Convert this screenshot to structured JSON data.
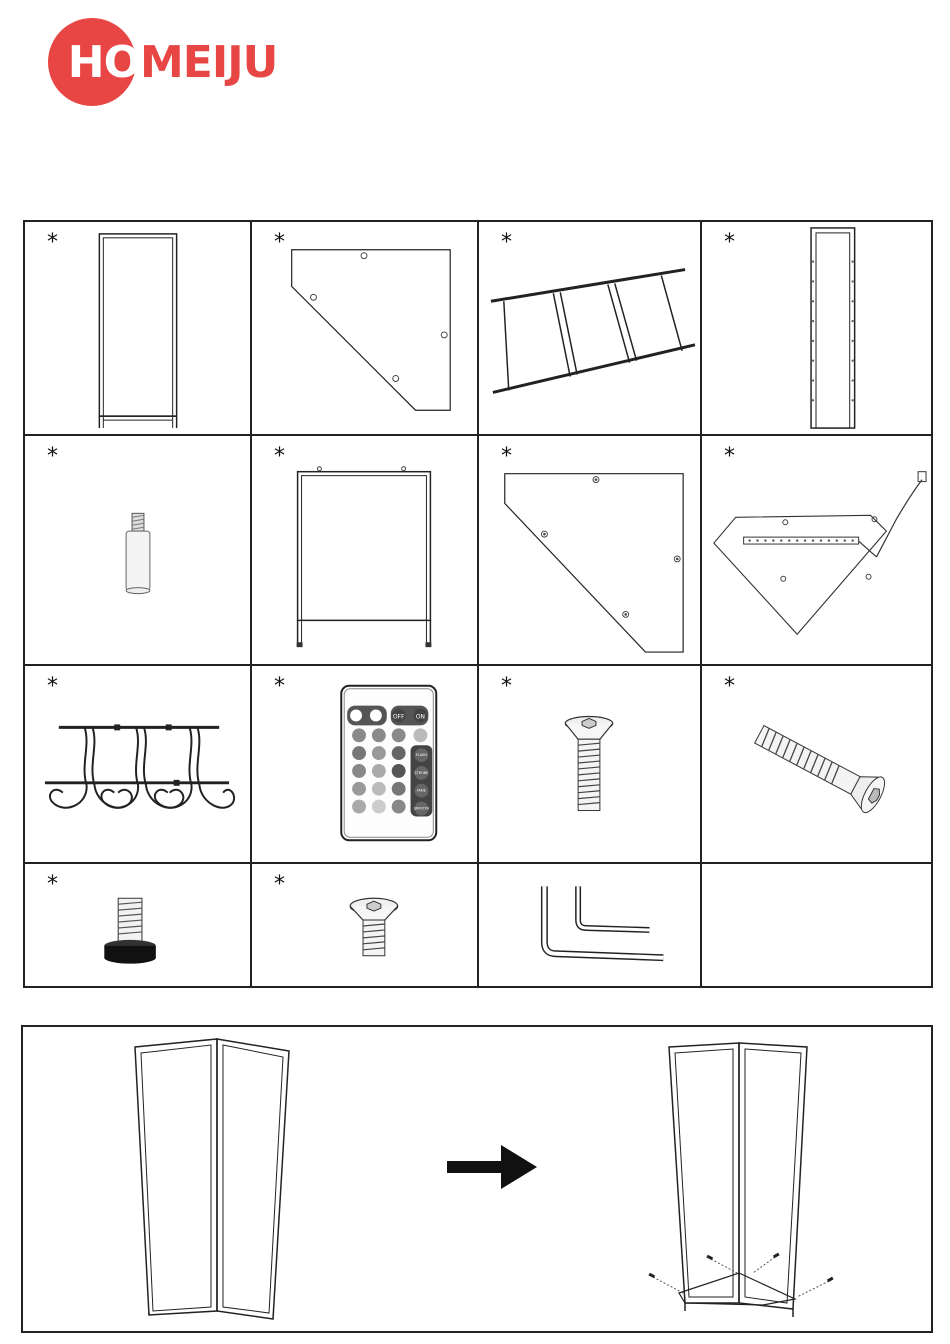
{
  "brand": {
    "ho": "HO",
    "rest": "MEIJU",
    "color": "#e84545"
  },
  "parts": [
    {
      "id": "frame-panel",
      "star": "*"
    },
    {
      "id": "corner-shelf-plate",
      "star": "*"
    },
    {
      "id": "glass-rack",
      "star": "*"
    },
    {
      "id": "side-post",
      "star": "*"
    },
    {
      "id": "spacer-post",
      "star": "*"
    },
    {
      "id": "top-frame",
      "star": "*"
    },
    {
      "id": "corner-shelf-plate-holes",
      "star": "*"
    },
    {
      "id": "led-shelf",
      "star": "*"
    },
    {
      "id": "wine-glass-holder",
      "star": "*"
    },
    {
      "id": "remote-control",
      "star": "*"
    },
    {
      "id": "flat-head-bolt",
      "star": "*"
    },
    {
      "id": "long-bolt",
      "star": "*"
    },
    {
      "id": "leveling-foot",
      "star": "*"
    },
    {
      "id": "short-screw",
      "star": "*"
    },
    {
      "id": "allen-keys",
      "star": ""
    },
    {
      "id": "empty",
      "star": ""
    }
  ],
  "remote": {
    "buttons": [
      "OFF",
      "ON"
    ],
    "side_buttons": [
      "FLASH",
      "STROBE",
      "FADE",
      "SMOOTH"
    ]
  }
}
